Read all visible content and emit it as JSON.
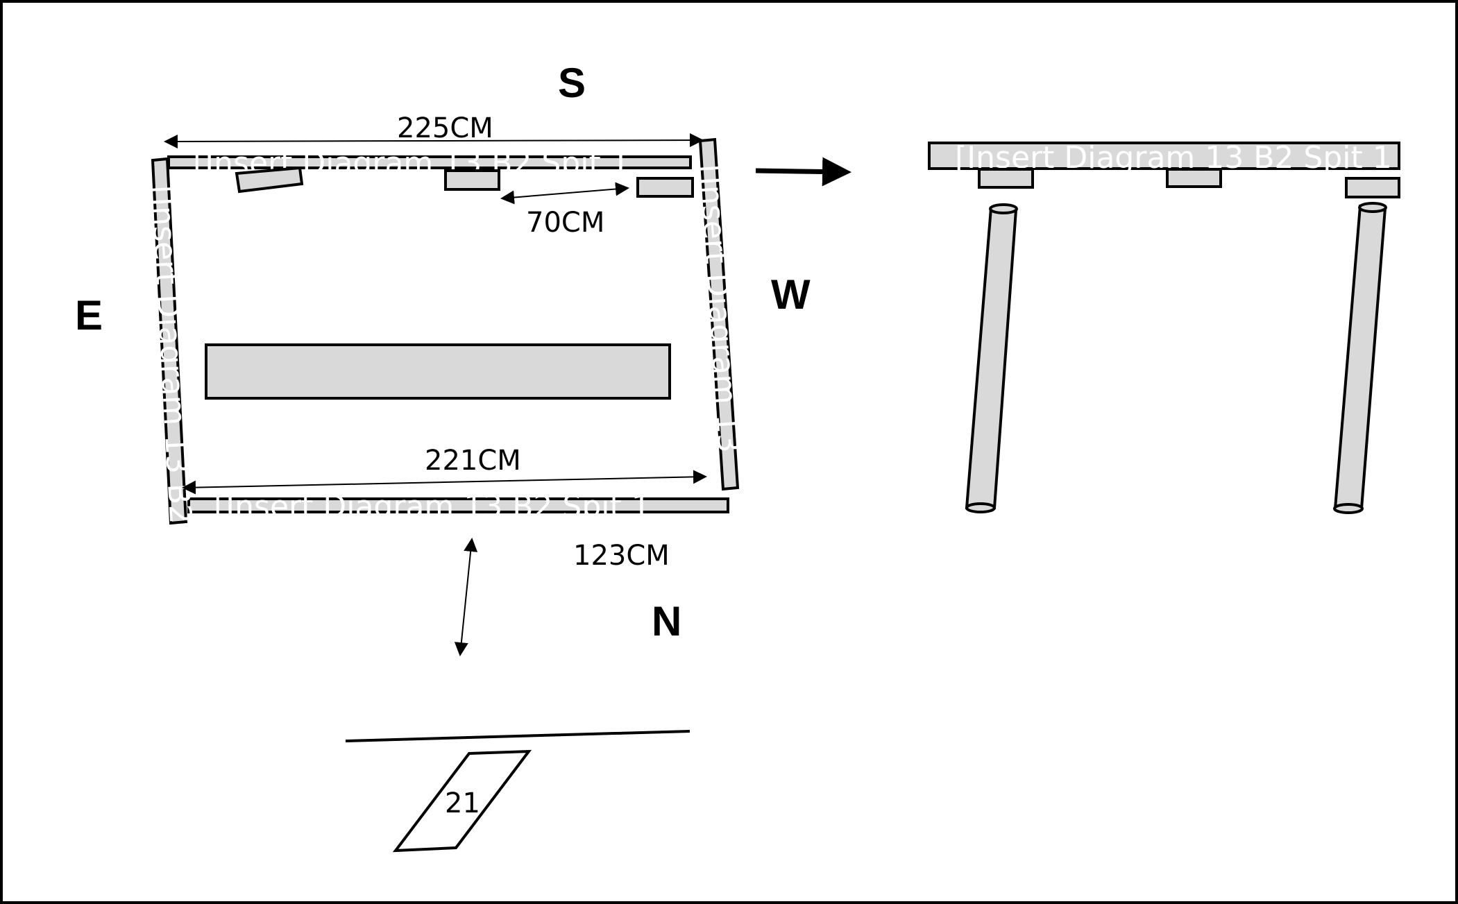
{
  "compass": {
    "south": "S",
    "east": "E",
    "west": "W",
    "north": "N"
  },
  "dimensions": {
    "top_width": "225CM",
    "gap": "70CM",
    "bottom_width": "221CM",
    "north_offset": "123CM"
  },
  "placeholder_labels": {
    "top_beam": "[Insert Diagram 13 B2 Spit 1",
    "bottom_beam": "[Insert Diagram 13 B2 Spit 1",
    "east_beam": "[Insert Diagram 13 B2",
    "west_beam": "[Insert Diagram 13",
    "elevation_beam": "[Insert Diagram 13 B2 Spit 1"
  },
  "feature_number": "21",
  "colors": {
    "fill": "#d9d9d9",
    "stroke": "#000000",
    "background": "#ffffff"
  }
}
